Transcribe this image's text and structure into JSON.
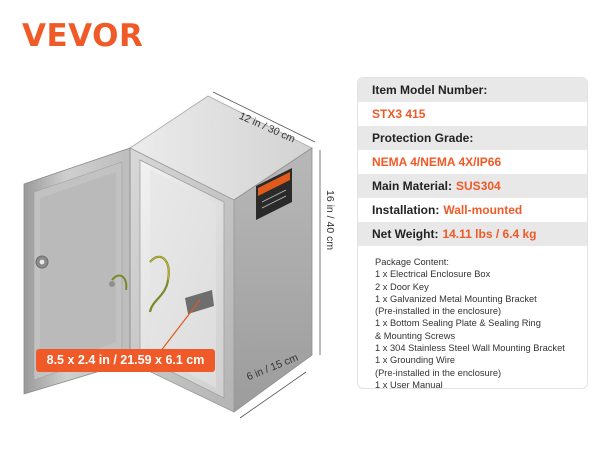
{
  "brand": {
    "name": "VEVOR",
    "color": "#f05a28"
  },
  "accent_color": "#f05a28",
  "illustration": {
    "width_label": "12 in / 30 cm",
    "height_label": "16 in / 40 cm",
    "depth_label": "6 in / 15 cm",
    "plate_size_label": "8.5 x 2.4 in / 21.59 x 6.1 cm"
  },
  "specs": {
    "model_label": "Item Model Number:",
    "model_value": "STX3 415",
    "protection_label": "Protection Grade:",
    "protection_value": "NEMA 4/NEMA 4X/IP66",
    "material_label": "Main Material:",
    "material_value": "SUS304",
    "installation_label": "Installation:",
    "installation_value": "Wall-mounted",
    "weight_label": "Net Weight:",
    "weight_value": "14.11 lbs /  6.4 kg"
  },
  "package": {
    "title": "Package Content:",
    "lines": [
      "1 x Electrical Enclosure Box",
      "2 x Door Key",
      "1 x Galvanized Metal Mounting Bracket",
      "(Pre-installed in the enclosure)",
      "1 x Bottom Sealing Plate & Sealing Ring",
      "& Mounting Screws",
      "1 x 304 Stainless Steel Wall Mounting Bracket",
      "1 x Grounding Wire",
      "(Pre-installed in the enclosure)",
      "1 x User Manual"
    ]
  }
}
